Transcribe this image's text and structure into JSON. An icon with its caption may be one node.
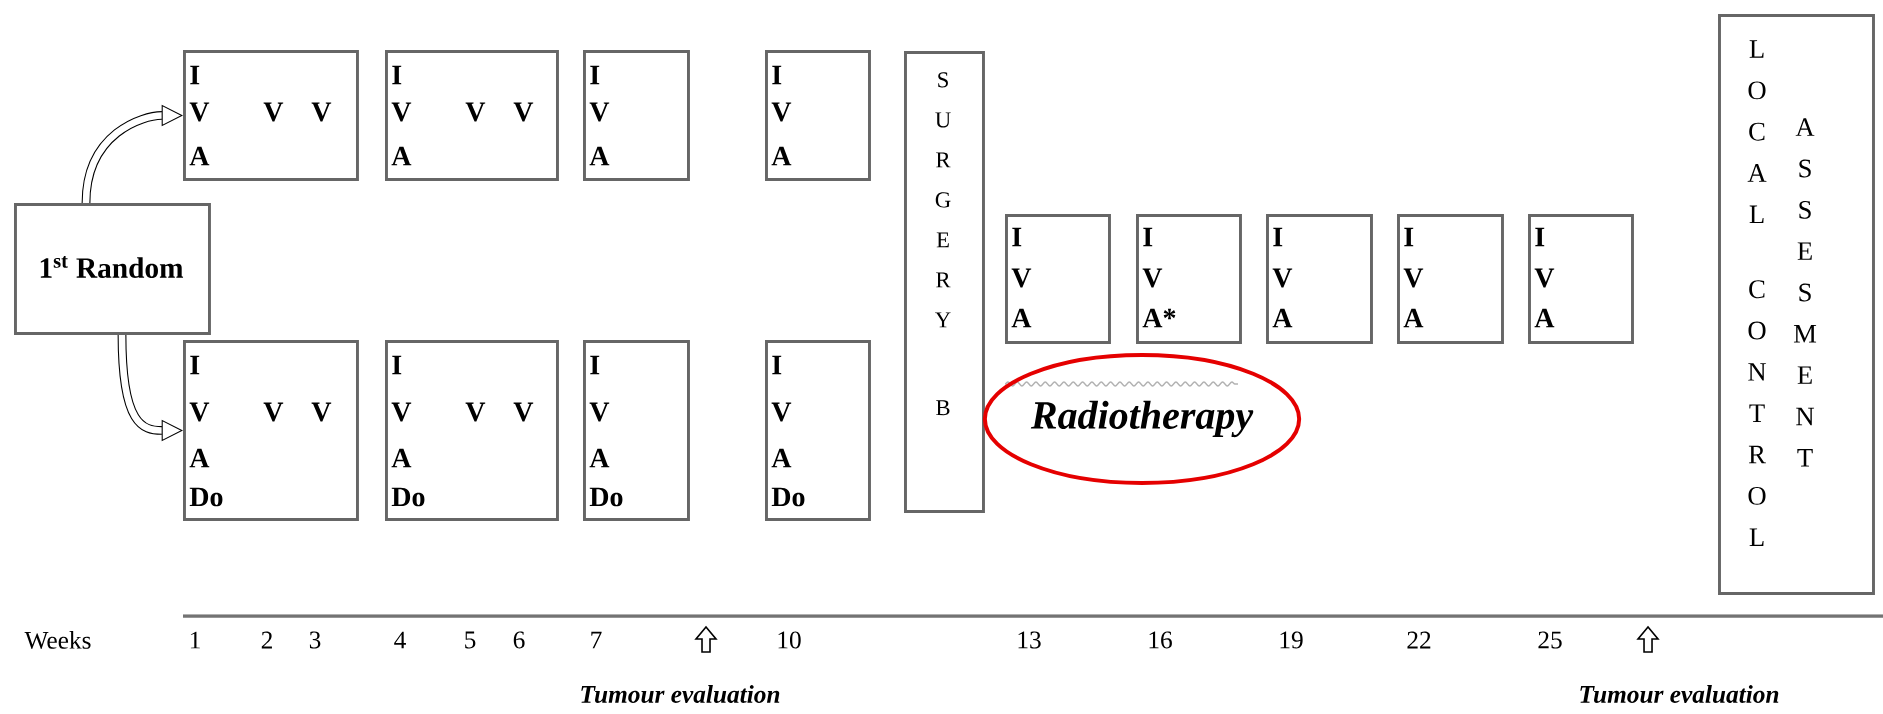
{
  "diagram": {
    "nodes": [
      {
        "text": [
          "1$^{st}$ Random"
        ]
      },
      {
        "text": [
          "I",
          "V",
          "V",
          "V",
          "A"
        ]
      },
      {
        "text": [
          "I",
          "V",
          "V",
          "V",
          "A"
        ]
      },
      {
        "text": [
          "I",
          "V",
          "A"
        ]
      },
      {
        "text": [
          "I",
          "V",
          "A"
        ]
      },
      {
        "text": [
          "I",
          "V",
          "V",
          "V",
          "A",
          "Do"
        ]
      },
      {
        "text": [
          "I",
          "V",
          "V",
          "V",
          "A",
          "Do"
        ]
      },
      {
        "text": [
          "I",
          "V",
          "A",
          "Do"
        ]
      },
      {
        "text": [
          "I",
          "V",
          "A",
          "Do"
        ]
      },
      {
        "text": [
          "S U R G E R Y",
          "B"
        ]
      },
      {
        "text": [
          "I",
          "V",
          "A"
        ]
      },
      {
        "text": [
          "I",
          "V",
          "A*"
        ]
      },
      {
        "text": [
          "I",
          "V",
          "A"
        ]
      },
      {
        "text": [
          "I",
          "V",
          "A"
        ]
      },
      {
        "text": [
          "I",
          "V",
          "A"
        ]
      },
      {
        "text": [
          "Radiotherapy"
        ]
      },
      {
        "text": [
          "L O C A L",
          "C O N T R O L",
          "A S S E S M E N T"
        ]
      }
    ],
    "edges": [
      {
        "from": 0,
        "to": 1,
        "arrow": "to"
      },
      {
        "from": 0,
        "to": 5,
        "arrow": "to"
      }
    ],
    "labels": [
      "Weeks",
      "1",
      "2",
      "3",
      "4",
      "5",
      "6",
      "7",
      "10",
      "13",
      "16",
      "19",
      "22",
      "25",
      "Tumour evaluation",
      "Tumour evaluation"
    ]
  }
}
